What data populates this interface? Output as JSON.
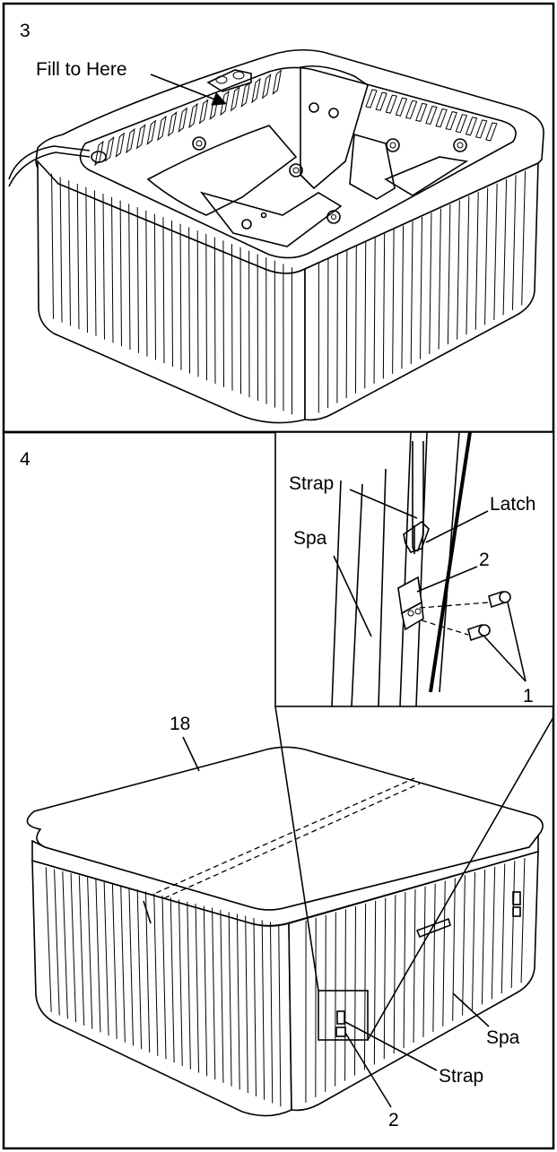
{
  "panels": [
    {
      "step": "3",
      "labels": {
        "fill_line": "Fill to Here"
      }
    },
    {
      "step": "4",
      "labels": {
        "cover": "18",
        "strap_inset": "Strap",
        "latch": "Latch",
        "spa_inset": "Spa",
        "latch_part": "2",
        "screws": "1",
        "spa_main": "Spa",
        "strap_main": "Strap",
        "latch_part_main": "2"
      }
    }
  ]
}
